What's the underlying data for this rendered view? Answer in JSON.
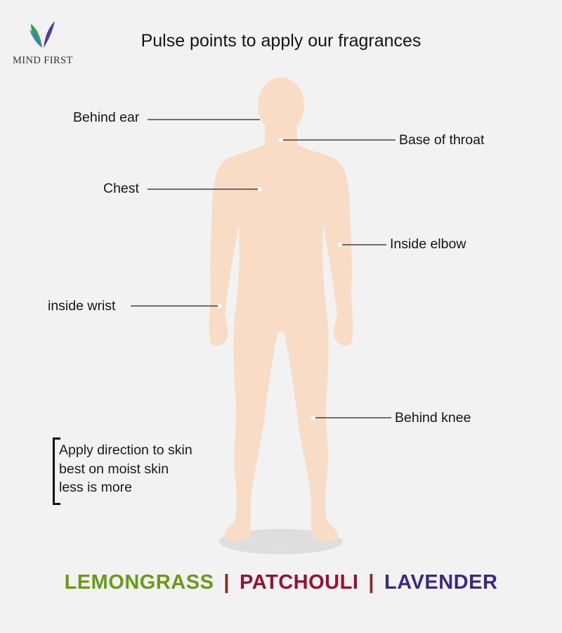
{
  "brand": {
    "name": "MIND FIRST"
  },
  "title": "Pulse points to apply our fragrances",
  "pulse_points": [
    {
      "label": "Behind ear"
    },
    {
      "label": "Base of throat"
    },
    {
      "label": "Chest"
    },
    {
      "label": "Inside elbow"
    },
    {
      "label": "inside wrist"
    },
    {
      "label": "Behind knee"
    }
  ],
  "tips": [
    "Apply direction to skin",
    "best on moist skin",
    "less is more"
  ],
  "fragrances": [
    {
      "name": "LEMONGRASS",
      "color": "#6a9a1a"
    },
    {
      "name": "PATCHOULI",
      "color": "#9a1030"
    },
    {
      "name": "LAVENDER",
      "color": "#3a2a80"
    }
  ],
  "separator": "|",
  "colors": {
    "skin": "#f8dcc6",
    "shadow": "#dedede",
    "background": "#f2f2f2",
    "separator": "#8a2a1a"
  }
}
